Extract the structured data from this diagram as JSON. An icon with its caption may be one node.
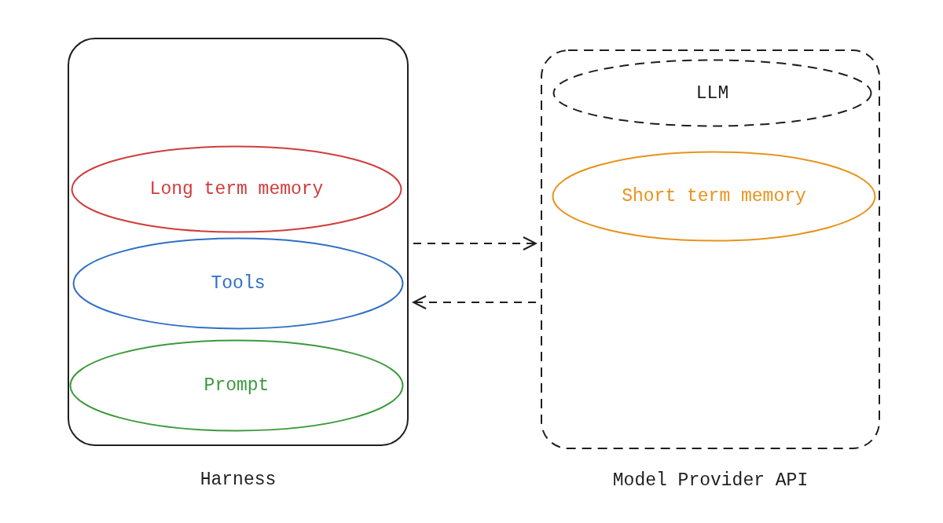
{
  "diagram": {
    "nodes": [
      {
        "text": [
          "Harness"
        ]
      },
      {
        "text": [
          "Long term memory"
        ],
        "in": 0
      },
      {
        "text": [
          "Tools"
        ],
        "in": 0
      },
      {
        "text": [
          "Prompt"
        ],
        "in": 0
      },
      {
        "text": [
          "Model Provider API"
        ]
      },
      {
        "text": [
          "LLM"
        ],
        "in": 4
      },
      {
        "text": [
          "Short term memory"
        ],
        "in": 4
      }
    ],
    "edges": [
      {
        "from": 0,
        "to": 4,
        "arrow": "to",
        "style": "dashed"
      },
      {
        "from": 4,
        "to": 0,
        "arrow": "to",
        "style": "dashed"
      }
    ]
  }
}
